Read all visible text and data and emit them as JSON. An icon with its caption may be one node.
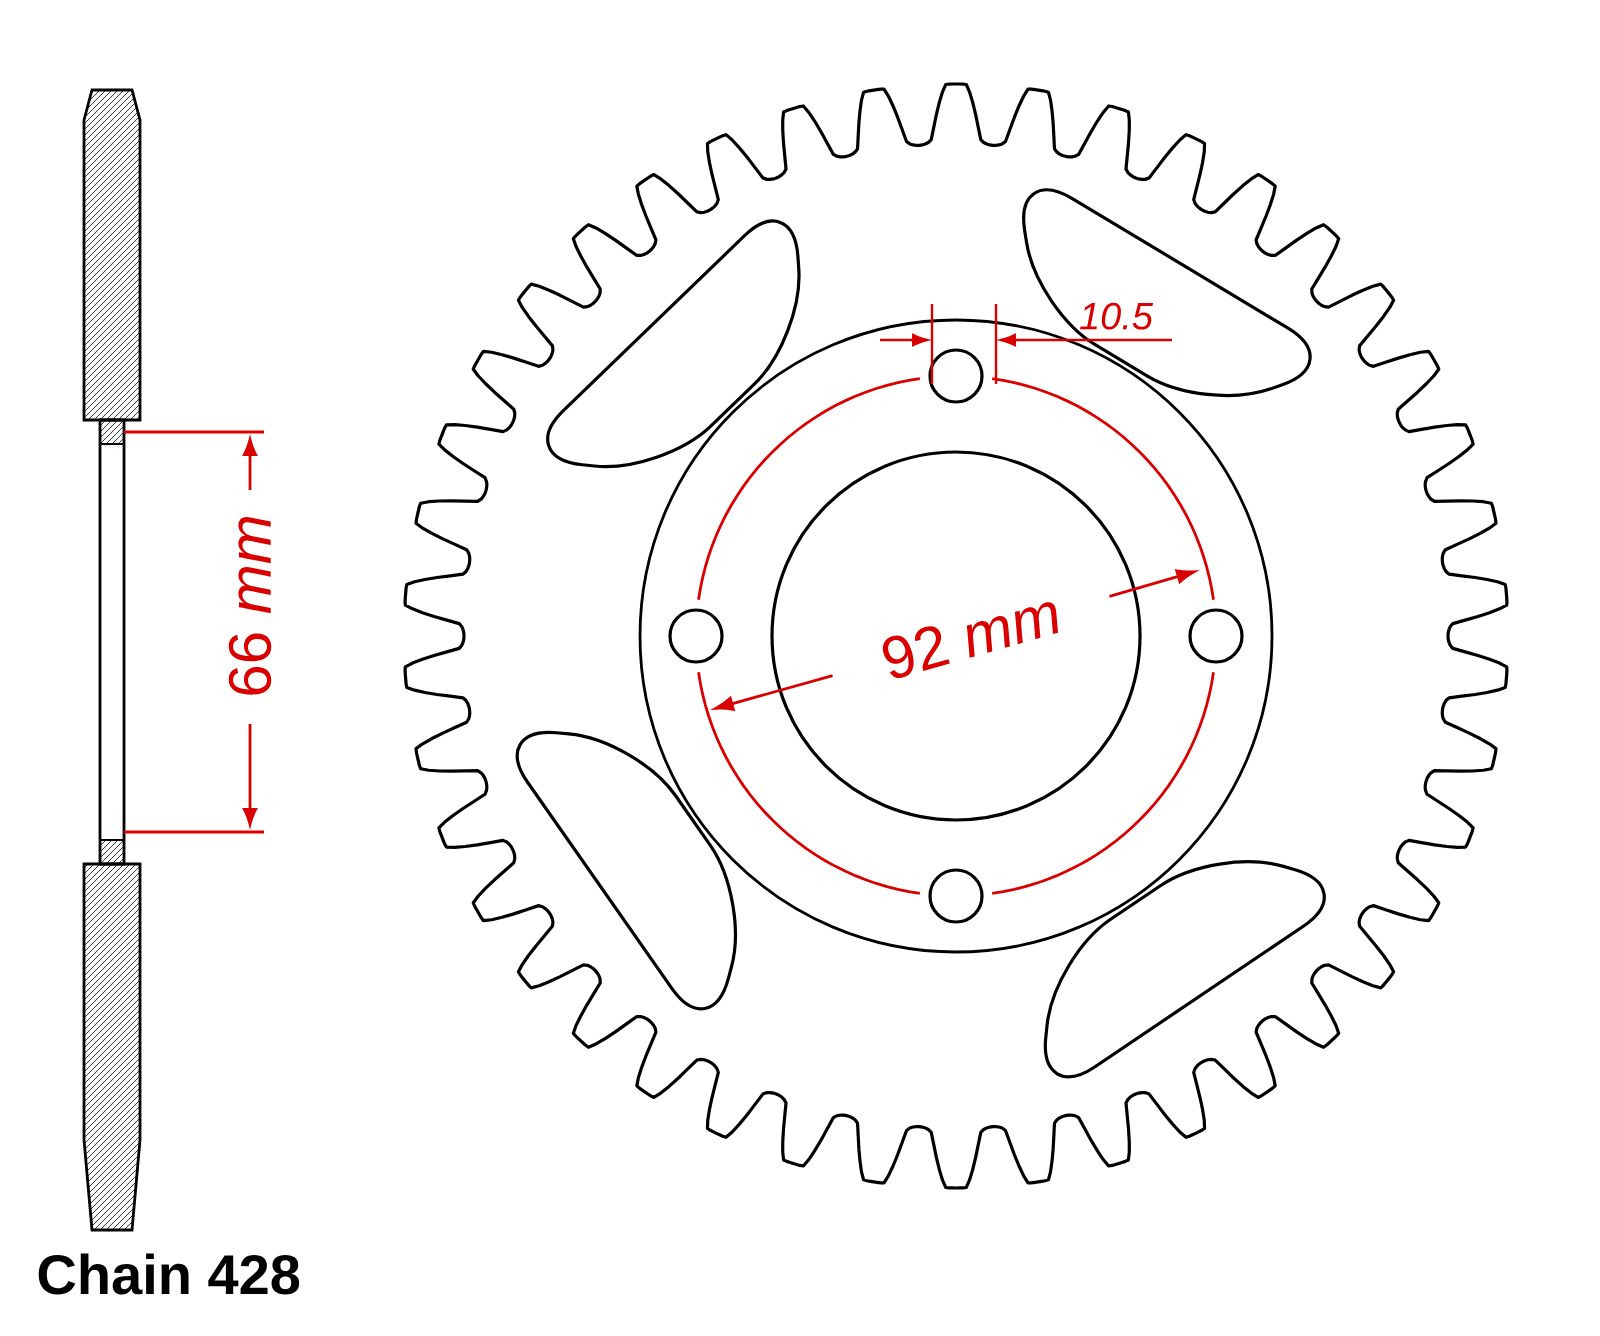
{
  "diagram": {
    "labels": [
      "10.5",
      "66 *mm*",
      "92 *mm*",
      "Chain 428"
    ]
  }
}
